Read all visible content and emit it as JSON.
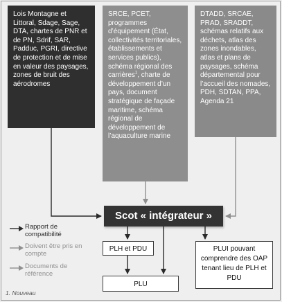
{
  "boxes": {
    "left": "Lois Montagne et Littoral, Sdage, Sage, DTA, chartes de PNR et de PN, Sdrif, SAR, Padduc, PGRI, directive de protection et de mise en valeur des paysages, zones de bruit des aérodromes",
    "middle_a": "SRCE, PCET, programmes d’équipement (État, collectivités territoriales, établissements et services publics), schéma régional des carrières",
    "middle_sup": "1",
    "middle_b": ", charte de développement d’un pays, document stratégique de façade maritime, schéma régional de développement de l’aquaculture marine",
    "right": "DTADD, SRCAE, PRAD, SRADDT, schémas relatifs aux déchets, atlas des zones inondables, atlas et plans de paysages, schéma départemental pour l’accueil des nomades, PDH, SDTAN, PPA, Agenda 21",
    "scot": "Scot « intégrateur »",
    "plh_pdu": "PLH et PDU",
    "plu": "PLU",
    "plui": "PLUI pouvant comprendre des OAP tenant lieu de PLH et PDU"
  },
  "legend": [
    {
      "label": "Rapport de compatibilité",
      "color": "#2a2a2a"
    },
    {
      "label": "Doivent être pris en compte",
      "color": "#8f8f8f"
    },
    {
      "label": "Documents de référence",
      "color": "#8f8f8f"
    }
  ],
  "footnote": "1. Nouveau"
}
